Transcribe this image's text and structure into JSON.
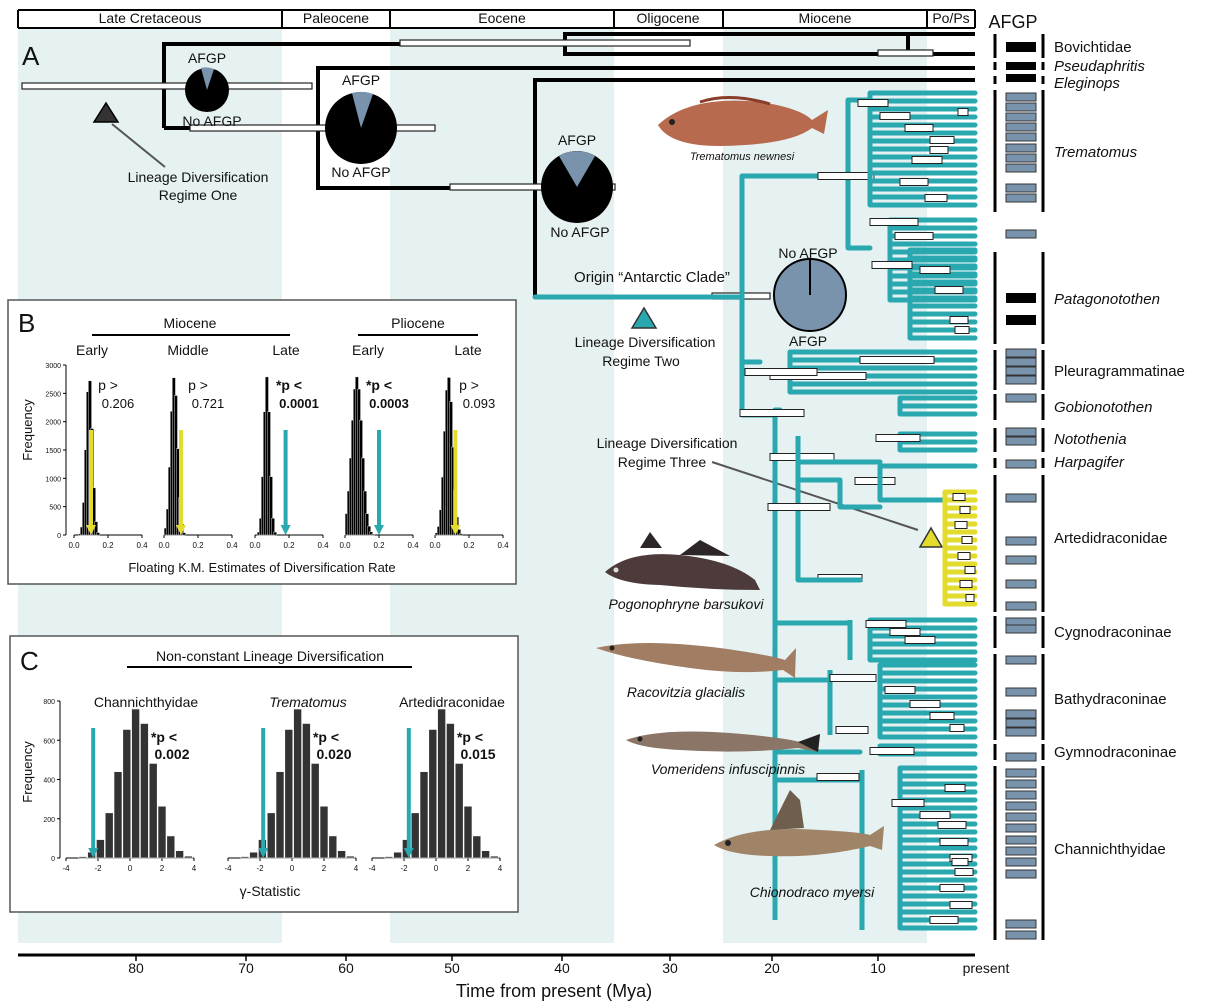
{
  "epochs": [
    "Late Cretaceous",
    "Paleocene",
    "Eocene",
    "Oligocene",
    "Miocene",
    "Po/Ps"
  ],
  "afgp_header": "AFGP",
  "panel_a": {
    "letter": "A",
    "pie1": {
      "top": "AFGP",
      "bottom": "No AFGP"
    },
    "pie2": {
      "top": "AFGP",
      "bottom": "No AFGP"
    },
    "pie3": {
      "top": "AFGP",
      "bottom": "No AFGP"
    },
    "pie4": {
      "top": "No AFGP",
      "bottom": "AFGP"
    },
    "regime1": [
      "Lineage Diversification",
      "Regime One"
    ],
    "regime2": [
      "Lineage Diversification",
      "Regime Two"
    ],
    "regime3": [
      "Lineage Diversification",
      "Regime Three"
    ],
    "origin_label": "Origin “Antarctic Clade”",
    "species": [
      "Trematomus newnesi",
      "Pogonophryne barsukovi",
      "Racovitzia glacialis",
      "Vomeridens infuscipinnis",
      "Chionodraco myersi"
    ],
    "clades": [
      {
        "name": "Bovichtidae",
        "italic": false
      },
      {
        "name": "Pseudaphritis",
        "italic": true
      },
      {
        "name": "Eleginops",
        "italic": true
      },
      {
        "name": "Trematomus",
        "italic": true
      },
      {
        "name": "Patagonotothen",
        "italic": true
      },
      {
        "name": "Pleuragrammatinae",
        "italic": false
      },
      {
        "name": "Gobionotothen",
        "italic": true
      },
      {
        "name": "Notothenia",
        "italic": true
      },
      {
        "name": "Harpagifer",
        "italic": true
      },
      {
        "name": "Artedidraconidae",
        "italic": false
      },
      {
        "name": "Cygnodraconinae",
        "italic": false
      },
      {
        "name": "Bathydraconinae",
        "italic": false
      },
      {
        "name": "Gymnodraconinae",
        "italic": false
      },
      {
        "name": "Channichthyidae",
        "italic": false
      }
    ]
  },
  "panel_b": {
    "letter": "B",
    "groups": [
      "Miocene",
      "Pliocene"
    ],
    "stages": [
      "Early",
      "Middle",
      "Late",
      "Early",
      "Late"
    ],
    "pvals": [
      {
        "sig": false,
        "line1": "p >",
        "line2": "0.206"
      },
      {
        "sig": false,
        "line1": "p >",
        "line2": "0.721"
      },
      {
        "sig": true,
        "line1": "*p <",
        "line2": "0.0001"
      },
      {
        "sig": true,
        "line1": "*p <",
        "line2": "0.0003"
      },
      {
        "sig": false,
        "line1": "p >",
        "line2": "0.093"
      }
    ],
    "yticks": [
      "0",
      "500",
      "1000",
      "1500",
      "2000",
      "2500",
      "3000"
    ],
    "xticks": [
      "0.0",
      "0.2",
      "0.4"
    ],
    "ylabel": "Frequency",
    "xlabel": "Floating K.M. Estimates of Diversification Rate"
  },
  "panel_c": {
    "letter": "C",
    "title": "Non-constant Lineage Diversification",
    "groups": [
      {
        "name": "Channichthyidae",
        "italic": false,
        "line1": "*p <",
        "line2": "0.002"
      },
      {
        "name": "Trematomus",
        "italic": true,
        "line1": "*p <",
        "line2": "0.020"
      },
      {
        "name": "Artedidraconidae",
        "italic": false,
        "line1": "*p <",
        "line2": "0.015"
      }
    ],
    "yticks": [
      "0",
      "200",
      "400",
      "600",
      "800"
    ],
    "xticks": [
      "-4",
      "-2",
      "0",
      "2",
      "4"
    ],
    "ylabel": "Frequency",
    "xlabel": "γ-Statistic"
  },
  "time_axis": {
    "ticks": [
      "80",
      "70",
      "60",
      "50",
      "40",
      "30",
      "20",
      "10",
      "present"
    ],
    "label": "Time from present (Mya)"
  },
  "colors": {
    "teal": "#2aa8b0",
    "yellow": "#e3dc2e",
    "afgp_blue": "#7a93ad",
    "epoch_shade": "#e6f1f2"
  }
}
